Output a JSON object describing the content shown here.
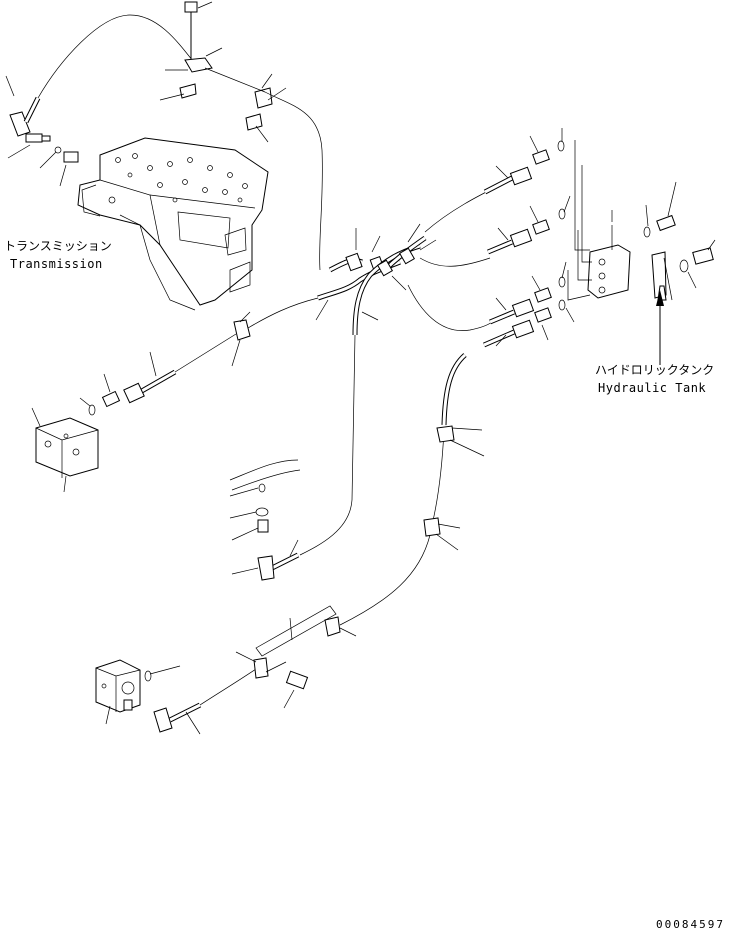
{
  "labels": {
    "transmission_jp": "トランスミッション",
    "transmission_en": "Transmission",
    "hydraulic_tank_jp": "ハイドロリックタンク",
    "hydraulic_tank_en": "Hydraulic Tank",
    "document_id": "00084597"
  }
}
